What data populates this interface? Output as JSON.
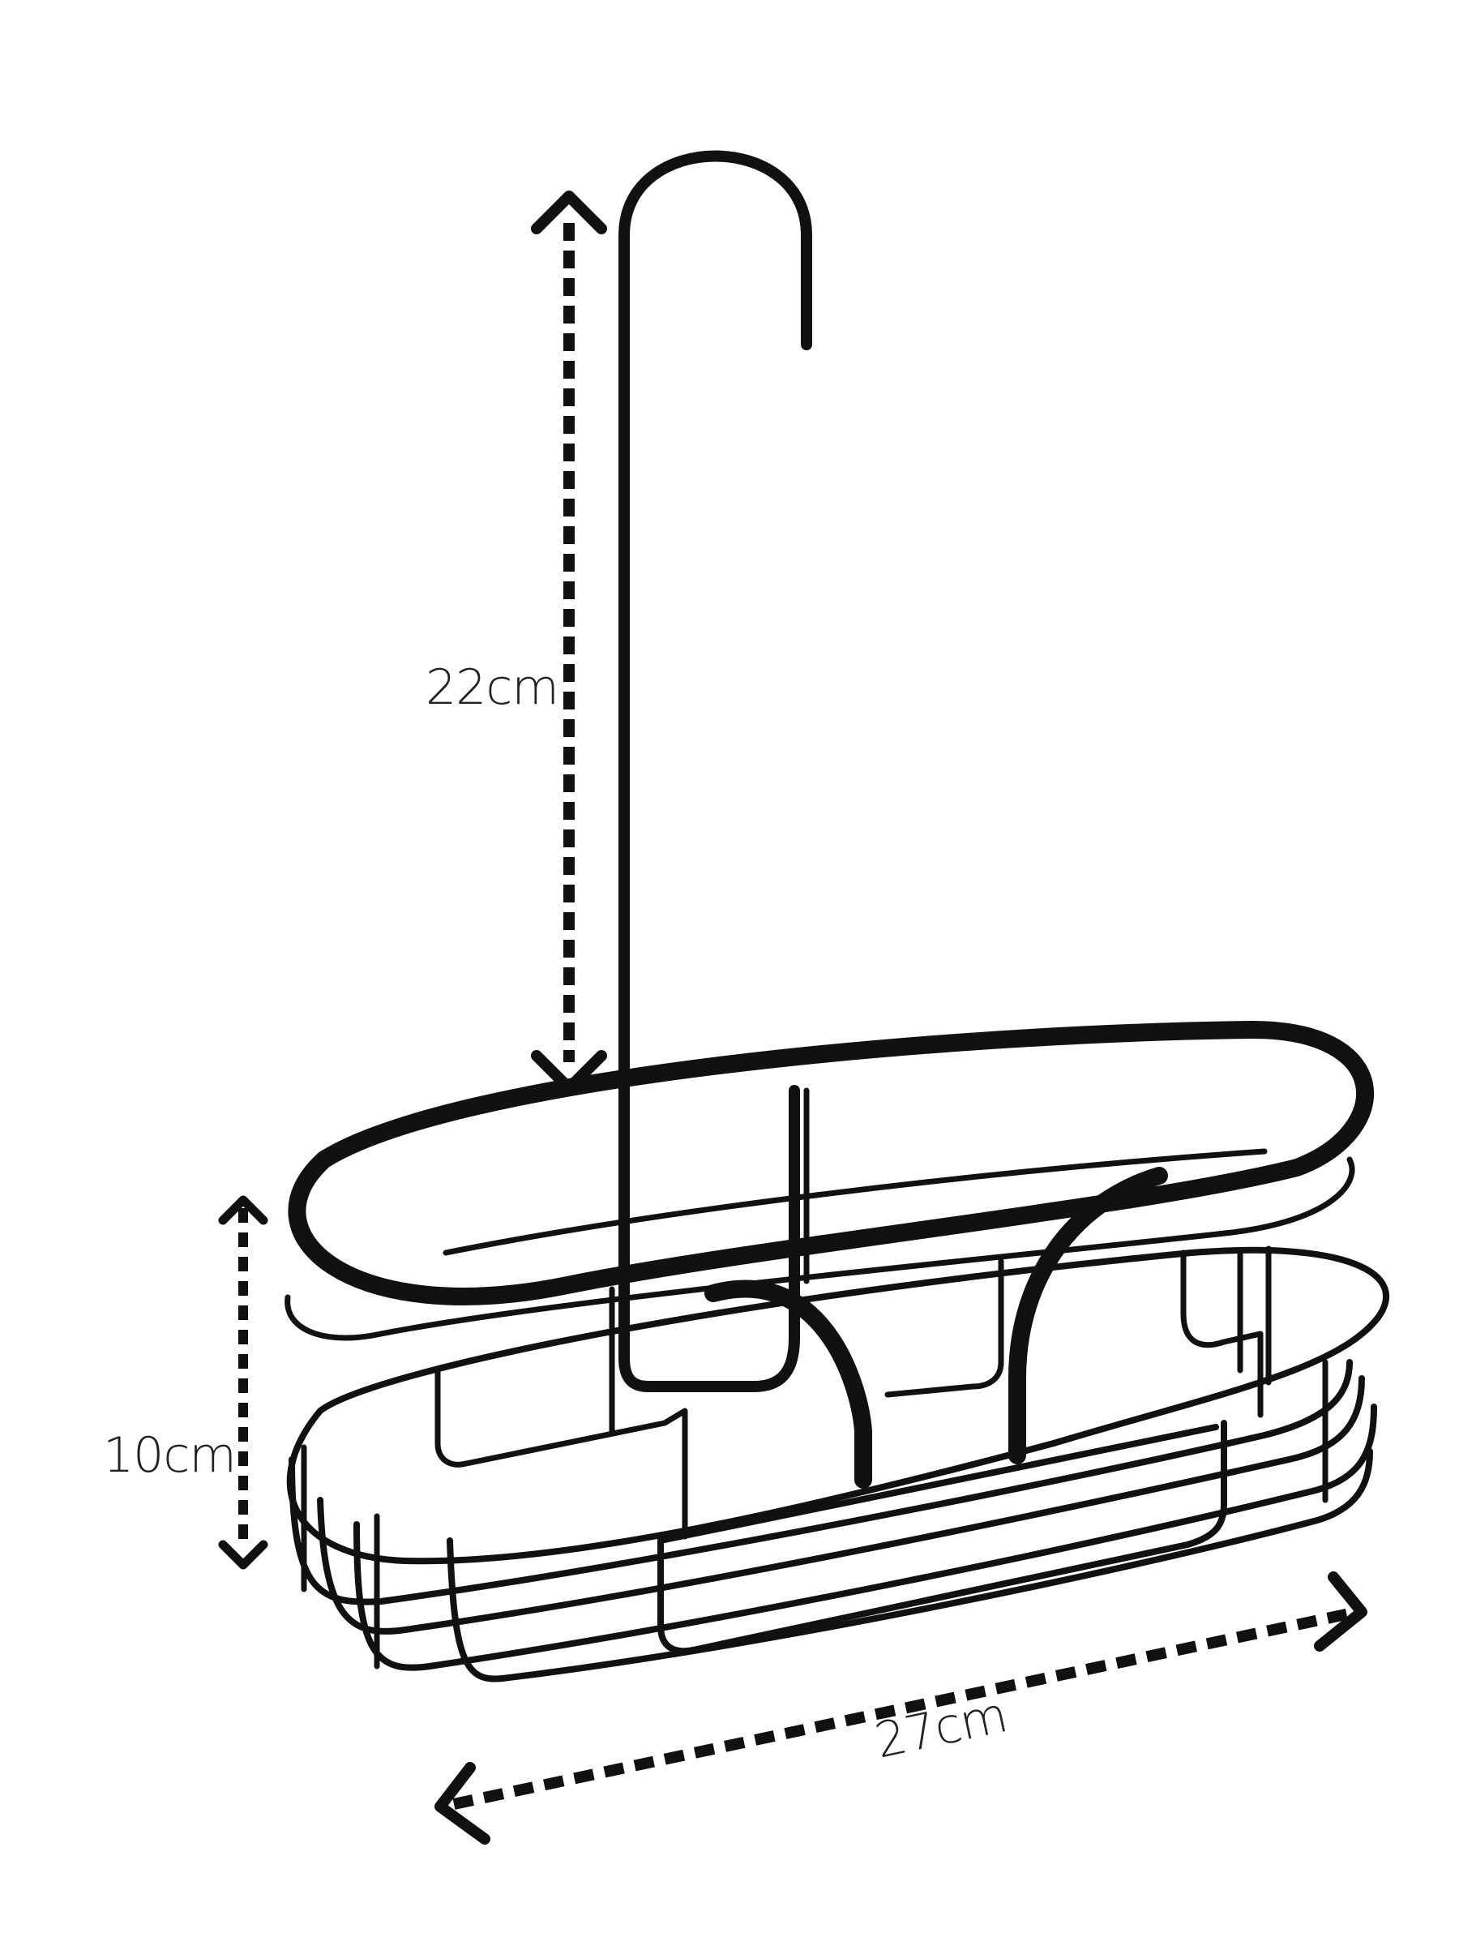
{
  "diagram": {
    "colors": {
      "background": "#ffffff",
      "product": "#111111",
      "text": "#222222"
    },
    "dimensions": {
      "hook_height": {
        "label": "22cm"
      },
      "basket_height": {
        "label": "10cm"
      },
      "basket_width": {
        "label": "27cm"
      }
    },
    "icons": {
      "arrow_heads": "chevron-arrow",
      "dim_lines": "dotted-line"
    }
  }
}
